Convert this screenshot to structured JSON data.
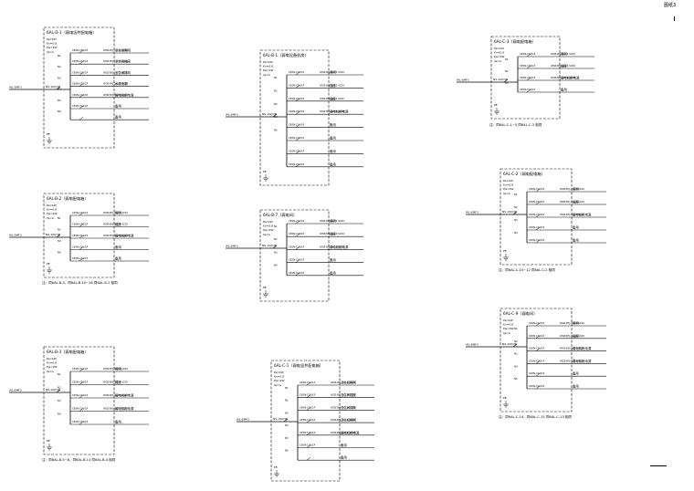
{
  "sheet": {
    "page_label": "图纸3"
  },
  "panels": [
    {
      "id": "p1",
      "header": "6AL-D-1（弱电竖井配电箱）",
      "spec": [
        "Pe=kW",
        "Kx=0.8",
        "Pjs=kW",
        "Ijs=A"
      ],
      "feeder": "WL-6MF3",
      "main_breaker": "NS-100/3P",
      "earth_label": "PE",
      "circuits": [
        {
          "breaker": "C65N-C16/1P",
          "code": "N1",
          "cable": "WDZ-BYJ-3x2.5-SC20",
          "load": "卫生间照明"
        },
        {
          "breaker": "C65N-C16/1P",
          "code": "N2",
          "cable": "WDZ-BYJ-3x2.5-SC20",
          "load": "卫生间插座"
        },
        {
          "breaker": "C65N-C16/1P",
          "code": "N3",
          "cable": "WDZ-BYJ-3x2.5-SC20",
          "load": "卫生间排风"
        },
        {
          "breaker": "C65N-C16/1P",
          "code": "N4",
          "cable": "WDZ-BYJ-3x2.5-SC20",
          "load": "水表电源"
        },
        {
          "breaker": "C65N-C16/1P",
          "code": "N5",
          "cable": "WDZ-BYJ-3x2.5-SC20",
          "load": "弱电机柜电源"
        },
        {
          "breaker": "C65N-C16/1P",
          "code": "N6",
          "cable": "",
          "load": "备用"
        },
        {
          "breaker": "",
          "code": "",
          "cable": "",
          "load": "备用"
        }
      ],
      "note": ""
    },
    {
      "id": "p2",
      "header": "6AL-B-2（弱电配电箱）",
      "spec": [
        "Pe=kW",
        "Kx=0.8",
        "Pjs=kW",
        "Ijs=A"
      ],
      "feeder": "WL-6MF3",
      "main_breaker": "NS-100/3P",
      "earth_label": "PE",
      "circuits": [
        {
          "breaker": "C65N-C16/1P",
          "code": "N1",
          "cable": "WDZ-BYJ-3x2.5-SC20",
          "load": "照明"
        },
        {
          "breaker": "C65N-C16/1P",
          "code": "N2",
          "cable": "WDZ-BYJ-3x2.5-SC20",
          "load": "插座"
        },
        {
          "breaker": "C65N-C16/1P",
          "code": "N3",
          "cable": "WDZ-BYJ-3x2.5-SC20",
          "load": "弱电机柜电源"
        },
        {
          "breaker": "C65N-C16/1P",
          "code": "N4",
          "cable": "",
          "load": "备用"
        },
        {
          "breaker": "C65N-C16/1P",
          "code": "",
          "cable": "",
          "load": "备用"
        }
      ],
      "note": "注：同6AL-B-3，同6AL-B-10~16 同6AL-8-2 相同"
    },
    {
      "id": "p3",
      "header": "6AL-B-3（弱电配电箱）",
      "spec": [
        "Pe=kW",
        "Kx=0.8",
        "Pjs=kW",
        "Ijs=A"
      ],
      "feeder": "WL-6MF3",
      "main_breaker": "NS-100/3P",
      "earth_label": "PE",
      "circuits": [
        {
          "breaker": "C65N-C16/1P",
          "code": "N1",
          "cable": "WDZ-BYJ-3x2.5-SC20",
          "load": "照明"
        },
        {
          "breaker": "C65N-C16/1P",
          "code": "N2",
          "cable": "WDZ-BYJ-3x2.5-SC20",
          "load": "插座"
        },
        {
          "breaker": "C65N-C16/1P",
          "code": "N3",
          "cable": "WDZ-BYJ-3x2.5-SC20",
          "load": "弱电机柜电源"
        },
        {
          "breaker": "C65N-C16/1P",
          "code": "N4",
          "cable": "WDZ-BYJ-3x2.5-SC20",
          "load": "弱电机柜电源"
        },
        {
          "breaker": "C65N-C16/1P",
          "code": "",
          "cable": "",
          "load": "备用"
        }
      ],
      "note": "注：同6AL-B-5~8，同6AL-B-11 同6AL-B-4 相同"
    },
    {
      "id": "p4",
      "header": "6AL-B-1（弱电设备机房）",
      "spec": [
        "Pe=kW",
        "Kx=0.8",
        "Pjs=kW",
        "Ijs=A"
      ],
      "feeder": "WL-6MF3",
      "main_breaker": "NS-100/3P",
      "earth_label": "PE",
      "circuits": [
        {
          "breaker": "C65N-C16/1P",
          "code": "N1",
          "cable": "WDZ-BYJ-3x2.5-SC20",
          "load": "照明"
        },
        {
          "breaker": "C65N-C16/1P",
          "code": "N2",
          "cable": "WDZ-BYJ-3x2.5-SC20",
          "load": "插座"
        },
        {
          "breaker": "C65N-C16/1P",
          "code": "N3",
          "cable": "WDZ-BYJ-3x2.5-SC20",
          "load": "插座"
        },
        {
          "breaker": "C65N-C16/1P",
          "code": "N4",
          "cable": "WDZ-BYJ-3x2.5-SC20",
          "load": "弱电机柜电源"
        },
        {
          "breaker": "C65N-C16/1P",
          "code": "N5",
          "cable": "",
          "load": "备用"
        },
        {
          "breaker": "C65N-C16/1P",
          "code": "",
          "cable": "",
          "load": "备用"
        },
        {
          "breaker": "C65N-C16/1P",
          "code": "",
          "cable": "",
          "load": "备用"
        },
        {
          "breaker": "C65N-C16/1P",
          "code": "",
          "cable": "",
          "load": "备用"
        }
      ],
      "note": ""
    },
    {
      "id": "p5",
      "header": "6AL-B-7（弱电间）",
      "spec": [
        "Pe=kW",
        "Kx=0.8",
        "Pjs=kW",
        "Ijs=A"
      ],
      "feeder": "WL-6MF3",
      "main_breaker": "NS-100/3P",
      "earth_label": "PE",
      "circuits": [
        {
          "breaker": "C65N-C16/1P",
          "code": "N1",
          "cable": "WDZ-BYJ-3x2.5-SC20",
          "load": "照明"
        },
        {
          "breaker": "C65N-C16/1P",
          "code": "N2",
          "cable": "WDZ-BYJ-3x2.5-SC20",
          "load": "插座"
        },
        {
          "breaker": "C65N-C16/1P",
          "code": "N3",
          "cable": "WDZ-BYJ-3x2.5-SC20",
          "load": "弱电机柜电源"
        },
        {
          "breaker": "C65N-C16/1P",
          "code": "N4",
          "cable": "",
          "load": "备用"
        },
        {
          "breaker": "C65N-C16/1P",
          "code": "",
          "cable": "",
          "load": "备用"
        }
      ],
      "note": ""
    },
    {
      "id": "p6",
      "header": "6AL-C-1（弱电竖井配电箱）",
      "spec": [
        "Pe=kW",
        "Kx=0.8",
        "Pjs=kW",
        "Ijs=A"
      ],
      "feeder": "WL-6MF3",
      "main_breaker": "NS-100/3P",
      "earth_label": "PE",
      "circuits": [
        {
          "breaker": "C65N-C16/1P",
          "code": "N1",
          "cable": "WDZ-BYJ-3x2.5-SC20",
          "load": "卫生间照明"
        },
        {
          "breaker": "C65N-C16/1P",
          "code": "N2",
          "cable": "WDZ-BYJ-3x2.5-SC20",
          "load": "卫生间插座"
        },
        {
          "breaker": "C65N-C16/1P",
          "code": "N3",
          "cable": "WDZ-BYJ-3x2.5-SC20",
          "load": "卫生间排风"
        },
        {
          "breaker": "C65N-C16/1P",
          "code": "N4",
          "cable": "WDZ-BYJ-3x2.5-SC20",
          "load": "卫生间照明"
        },
        {
          "breaker": "C65N-C16/1P",
          "code": "N5",
          "cable": "WDZ-BYJ-3x2.5-SC20",
          "load": "弱电机柜电源"
        },
        {
          "breaker": "C65N-C16/1P",
          "code": "N6",
          "cable": "",
          "load": "备用"
        },
        {
          "breaker": "",
          "code": "",
          "cable": "",
          "load": "备用"
        }
      ],
      "note": ""
    },
    {
      "id": "p7",
      "header": "6AL-C-3（弱电配电箱）",
      "spec": [
        "Pe=kW",
        "Kx=0.8",
        "Pjs=kW",
        "Ijs=A"
      ],
      "feeder": "WL-6MF3",
      "main_breaker": "NS-100/3P",
      "earth_label": "PE",
      "circuits": [
        {
          "breaker": "C65N-C16/1P",
          "code": "N1",
          "cable": "WDZ-BYJ-3x2.5-SC20",
          "load": "照明"
        },
        {
          "breaker": "C65N-C16/1P",
          "code": "N2",
          "cable": "WDZ-BYJ-3x2.5-SC20",
          "load": "插座"
        },
        {
          "breaker": "C65N-C16/1P",
          "code": "N3",
          "cable": "WDZ-BYJ-3x2.5-SC20",
          "load": "弱电机柜电源"
        },
        {
          "breaker": "C65N-C16/1P",
          "code": "",
          "cable": "",
          "load": "备用"
        }
      ],
      "note": "注：同6AL-C-1~5 同6AL-C-3 相同"
    },
    {
      "id": "p8",
      "header": "6AL-C-2（弱电配电箱）",
      "spec": [
        "Pe=kW",
        "Kx=0.8",
        "Pjs=kW",
        "Ijs=A"
      ],
      "feeder": "WL-6MF3",
      "main_breaker": "NS-100/3P",
      "earth_label": "PE",
      "circuits": [
        {
          "breaker": "C65N-C16/1P",
          "code": "N1",
          "cable": "WDZ-BYJ-3x2.5-SC20",
          "load": "照明"
        },
        {
          "breaker": "C65N-C16/1P",
          "code": "N2",
          "cable": "WDZ-BYJ-3x2.5-SC20",
          "load": "插座"
        },
        {
          "breaker": "C65N-C16/1P",
          "code": "N3",
          "cable": "WDZ-BYJ-3x2.5-SC20",
          "load": "弱电机柜电源"
        },
        {
          "breaker": "C65N-C16/1P",
          "code": "N4",
          "cable": "",
          "load": "备用"
        },
        {
          "breaker": "C65N-C16/1P",
          "code": "",
          "cable": "",
          "load": "备用"
        }
      ],
      "note": "注：同6AL-C-10~12 同6AL-C-2 相同"
    },
    {
      "id": "p9",
      "header": "6AL-C-9（弱电间）",
      "spec": [
        "Pe=kW",
        "Kx=0.8",
        "Pjs=kW",
        "Ijs=A"
      ],
      "feeder": "WL-6MF3",
      "main_breaker": "NS-100/3P",
      "earth_label": "PE",
      "circuits": [
        {
          "breaker": "C65N-C16/1P",
          "code": "N1",
          "cable": "WDZ-BYJ-3x2.5-SC20",
          "load": "照明"
        },
        {
          "breaker": "C65N-C16/1P",
          "code": "N2",
          "cable": "WDZ-BYJ-3x2.5-SC20",
          "load": "插座"
        },
        {
          "breaker": "C65N-C16/1P",
          "code": "N3",
          "cable": "WDZ-BYJ-3x2.5-SC20",
          "load": "弱电机柜电源"
        },
        {
          "breaker": "C65N-C16/1P",
          "code": "N4",
          "cable": "WDZ-BYJ-3x2.5-SC20",
          "load": "弱电机柜电源"
        },
        {
          "breaker": "C65N-C16/1P",
          "code": "N5",
          "cable": "",
          "load": "备用"
        },
        {
          "breaker": "C65N-C16/1P",
          "code": "",
          "cable": "",
          "load": "备用"
        }
      ],
      "note": "注：同6AL-C-14，同6AL-C-15 同6AL-C-13 相同"
    }
  ]
}
